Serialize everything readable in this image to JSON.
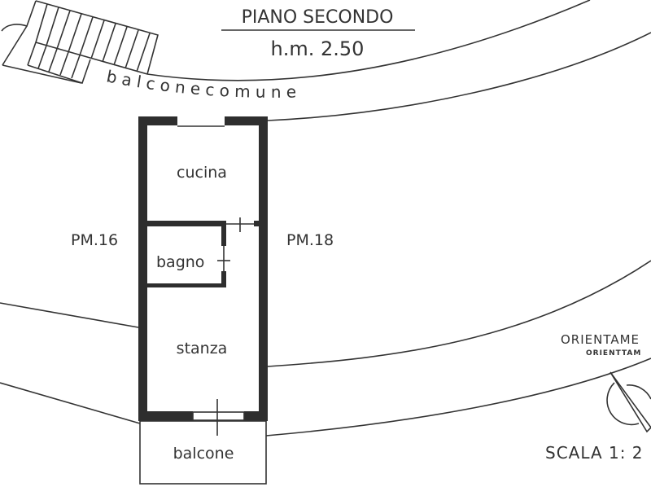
{
  "title": "PIANO SECONDO",
  "height": "h.m. 2.50",
  "common_balcony": "b a l c o n e   c o m u n e",
  "rooms": {
    "kitchen": "cucina",
    "bathroom": "bagno",
    "bedroom": "stanza",
    "balcony": "balcone"
  },
  "neighbors": {
    "left": "PM.16",
    "right": "PM.18"
  },
  "orientation": {
    "label": "ORIENTAME",
    "sublabel": "ORIENTTAM"
  },
  "scale": "SCALA 1: 2",
  "colors": {
    "wall": "#2e2e2e",
    "line": "#333333",
    "background": "#ffffff"
  }
}
